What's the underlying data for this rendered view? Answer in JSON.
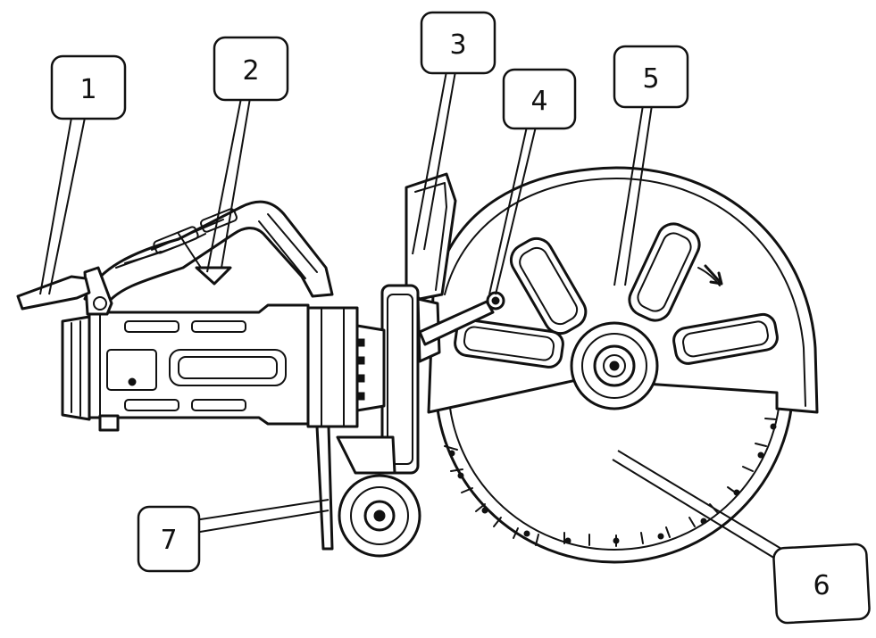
{
  "callouts": [
    {
      "id": 1,
      "label": "1"
    },
    {
      "id": 2,
      "label": "2"
    },
    {
      "id": 3,
      "label": "3"
    },
    {
      "id": 4,
      "label": "4"
    },
    {
      "id": 5,
      "label": "5"
    },
    {
      "id": 6,
      "label": "6"
    },
    {
      "id": 7,
      "label": "7"
    }
  ],
  "colors": {
    "ink": "#111111",
    "background": "#ffffff"
  }
}
